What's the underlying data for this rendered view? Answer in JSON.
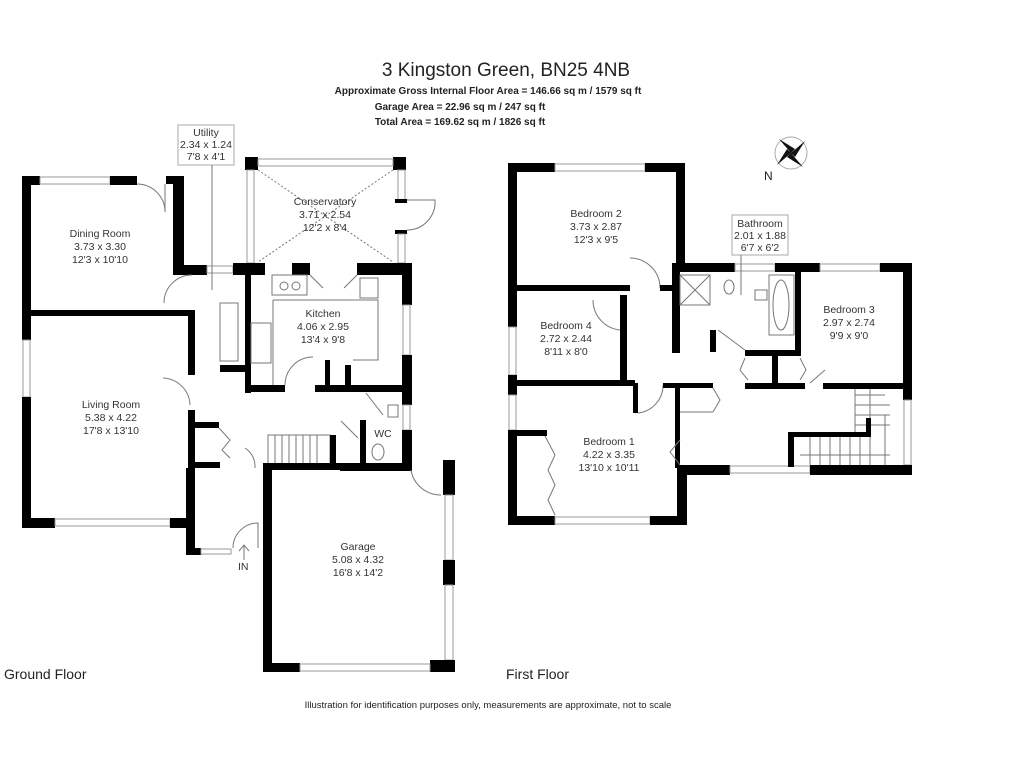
{
  "header": {
    "title": "3 Kingston Green, BN25 4NB",
    "lines": [
      "Approximate Gross Internal Floor Area = 146.66 sq m / 1579 sq ft",
      "Garage Area = 22.96 sq m / 247 sq ft",
      "Total Area = 169.62 sq m / 1826 sq ft"
    ]
  },
  "ground_floor": {
    "label": "Ground Floor",
    "entrance": "IN",
    "rooms": [
      {
        "name": "Utility",
        "metric": "2.34 x 1.24",
        "imperial": "7'8 x 4'1"
      },
      {
        "name": "Conservatory",
        "metric": "3.71 x 2.54",
        "imperial": "12'2 x 8'4"
      },
      {
        "name": "Dining Room",
        "metric": "3.73 x 3.30",
        "imperial": "12'3 x 10'10"
      },
      {
        "name": "Kitchen",
        "metric": "4.06 x 2.95",
        "imperial": "13'4 x 9'8"
      },
      {
        "name": "Living Room",
        "metric": "5.38 x 4.22",
        "imperial": "17'8 x 13'10"
      },
      {
        "name": "WC"
      },
      {
        "name": "Garage",
        "metric": "5.08 x 4.32",
        "imperial": "16'8 x 14'2"
      }
    ]
  },
  "first_floor": {
    "label": "First Floor",
    "rooms": [
      {
        "name": "Bedroom 2",
        "metric": "3.73 x 2.87",
        "imperial": "12'3 x 9'5"
      },
      {
        "name": "Bathroom",
        "metric": "2.01 x 1.88",
        "imperial": "6'7 x 6'2"
      },
      {
        "name": "Bedroom 4",
        "metric": "2.72 x 2.44",
        "imperial": "8'11 x 8'0"
      },
      {
        "name": "Bedroom 3",
        "metric": "2.97 x 2.74",
        "imperial": "9'9 x 9'0"
      },
      {
        "name": "Bedroom 1",
        "metric": "4.22 x 3.35",
        "imperial": "13'10 x 10'11"
      }
    ]
  },
  "compass": {
    "label": "N"
  },
  "footer": {
    "disclaimer": "Illustration for identification purposes only, measurements are approximate, not to scale"
  }
}
